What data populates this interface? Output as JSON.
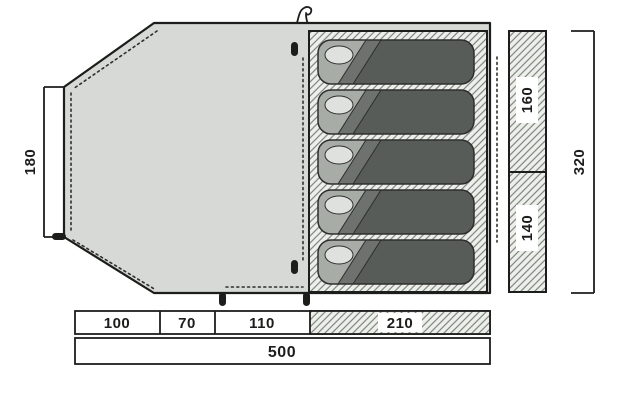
{
  "diagram": {
    "kind": "tent-floorplan-top-view",
    "bed_count": 5,
    "dimensions": {
      "porch_width": "180",
      "bedroom_upper_width": "160",
      "bedroom_lower_width": "140",
      "total_width": "320",
      "bottom_segment_1": "100",
      "bottom_segment_2": "70",
      "bottom_segment_3": "110",
      "bottom_segment_4": "210",
      "total_length": "500"
    },
    "colors": {
      "outline": "#1d1d1b",
      "porch_fill": "#d6d9d5",
      "hatch_background": "#edefeb",
      "hatch_stroke": "#858a85",
      "sleeping_bag": "#575c59",
      "pillow": "#dfe1de"
    },
    "icons": [
      "hanging-hook-icon",
      "zipper-pull-icon"
    ]
  }
}
